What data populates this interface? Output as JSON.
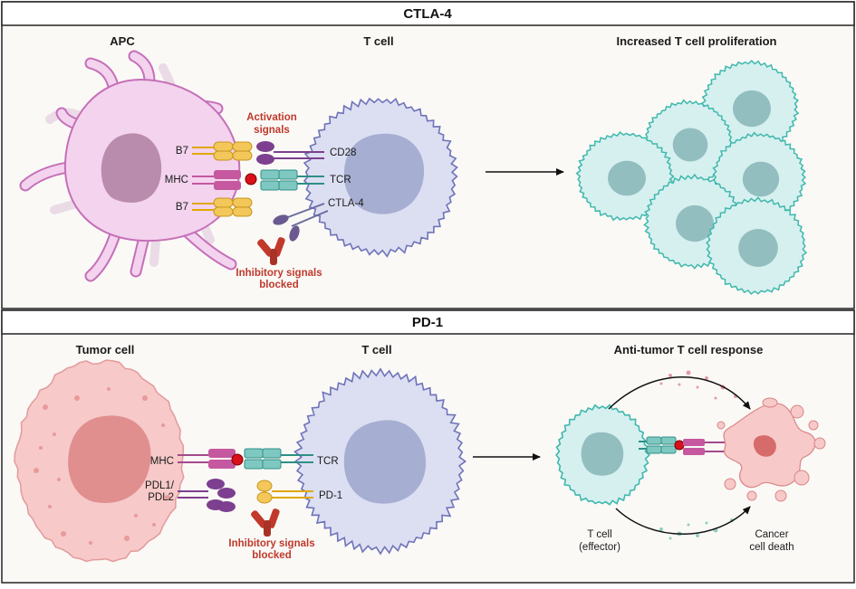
{
  "ctla4": {
    "header": "CTLA-4",
    "apc_title": "APC",
    "tcell_title": "T cell",
    "result_title": "Increased T cell proliferation",
    "labels": {
      "b7_top": "B7",
      "mhc": "MHC",
      "b7_bottom": "B7",
      "cd28": "CD28",
      "tcr": "TCR",
      "ctla4": "CTLA-4"
    },
    "activation": [
      "Activation",
      "signals"
    ],
    "inhibitory": [
      "Inhibitory signals",
      "blocked"
    ]
  },
  "pd1": {
    "header": "PD-1",
    "tumor_title": "Tumor cell",
    "tcell_title": "T cell",
    "result_title": "Anti-tumor T cell response",
    "labels": {
      "mhc": "MHC",
      "pdl_line1": "PDL1/",
      "pdl_line2": "PDL2",
      "tcr": "TCR",
      "pd1": "PD-1"
    },
    "inhibitory": [
      "Inhibitory signals",
      "blocked"
    ],
    "effector": [
      "T cell",
      "(effector)"
    ],
    "death": [
      "Cancer",
      "cell death"
    ]
  },
  "colors": {
    "apc": "#f3d3ee",
    "apc_stroke": "#c56fb8",
    "tcell": "#dcdff2",
    "tcell_stroke": "#6f73b9",
    "tcell_nucleus": "#a6aed1",
    "teal": "#d6f0ef",
    "teal_stroke": "#3fb8ad",
    "tumor": "#f7c9c9",
    "tumor_nucleus": "#e08e8e",
    "b7": "#f3c75a",
    "mhc": "#c5589f",
    "tcr": "#7fc8c1",
    "cd28": "#7d3f8f",
    "antibody": "#c0392b",
    "activation_text": "#c0392b"
  }
}
